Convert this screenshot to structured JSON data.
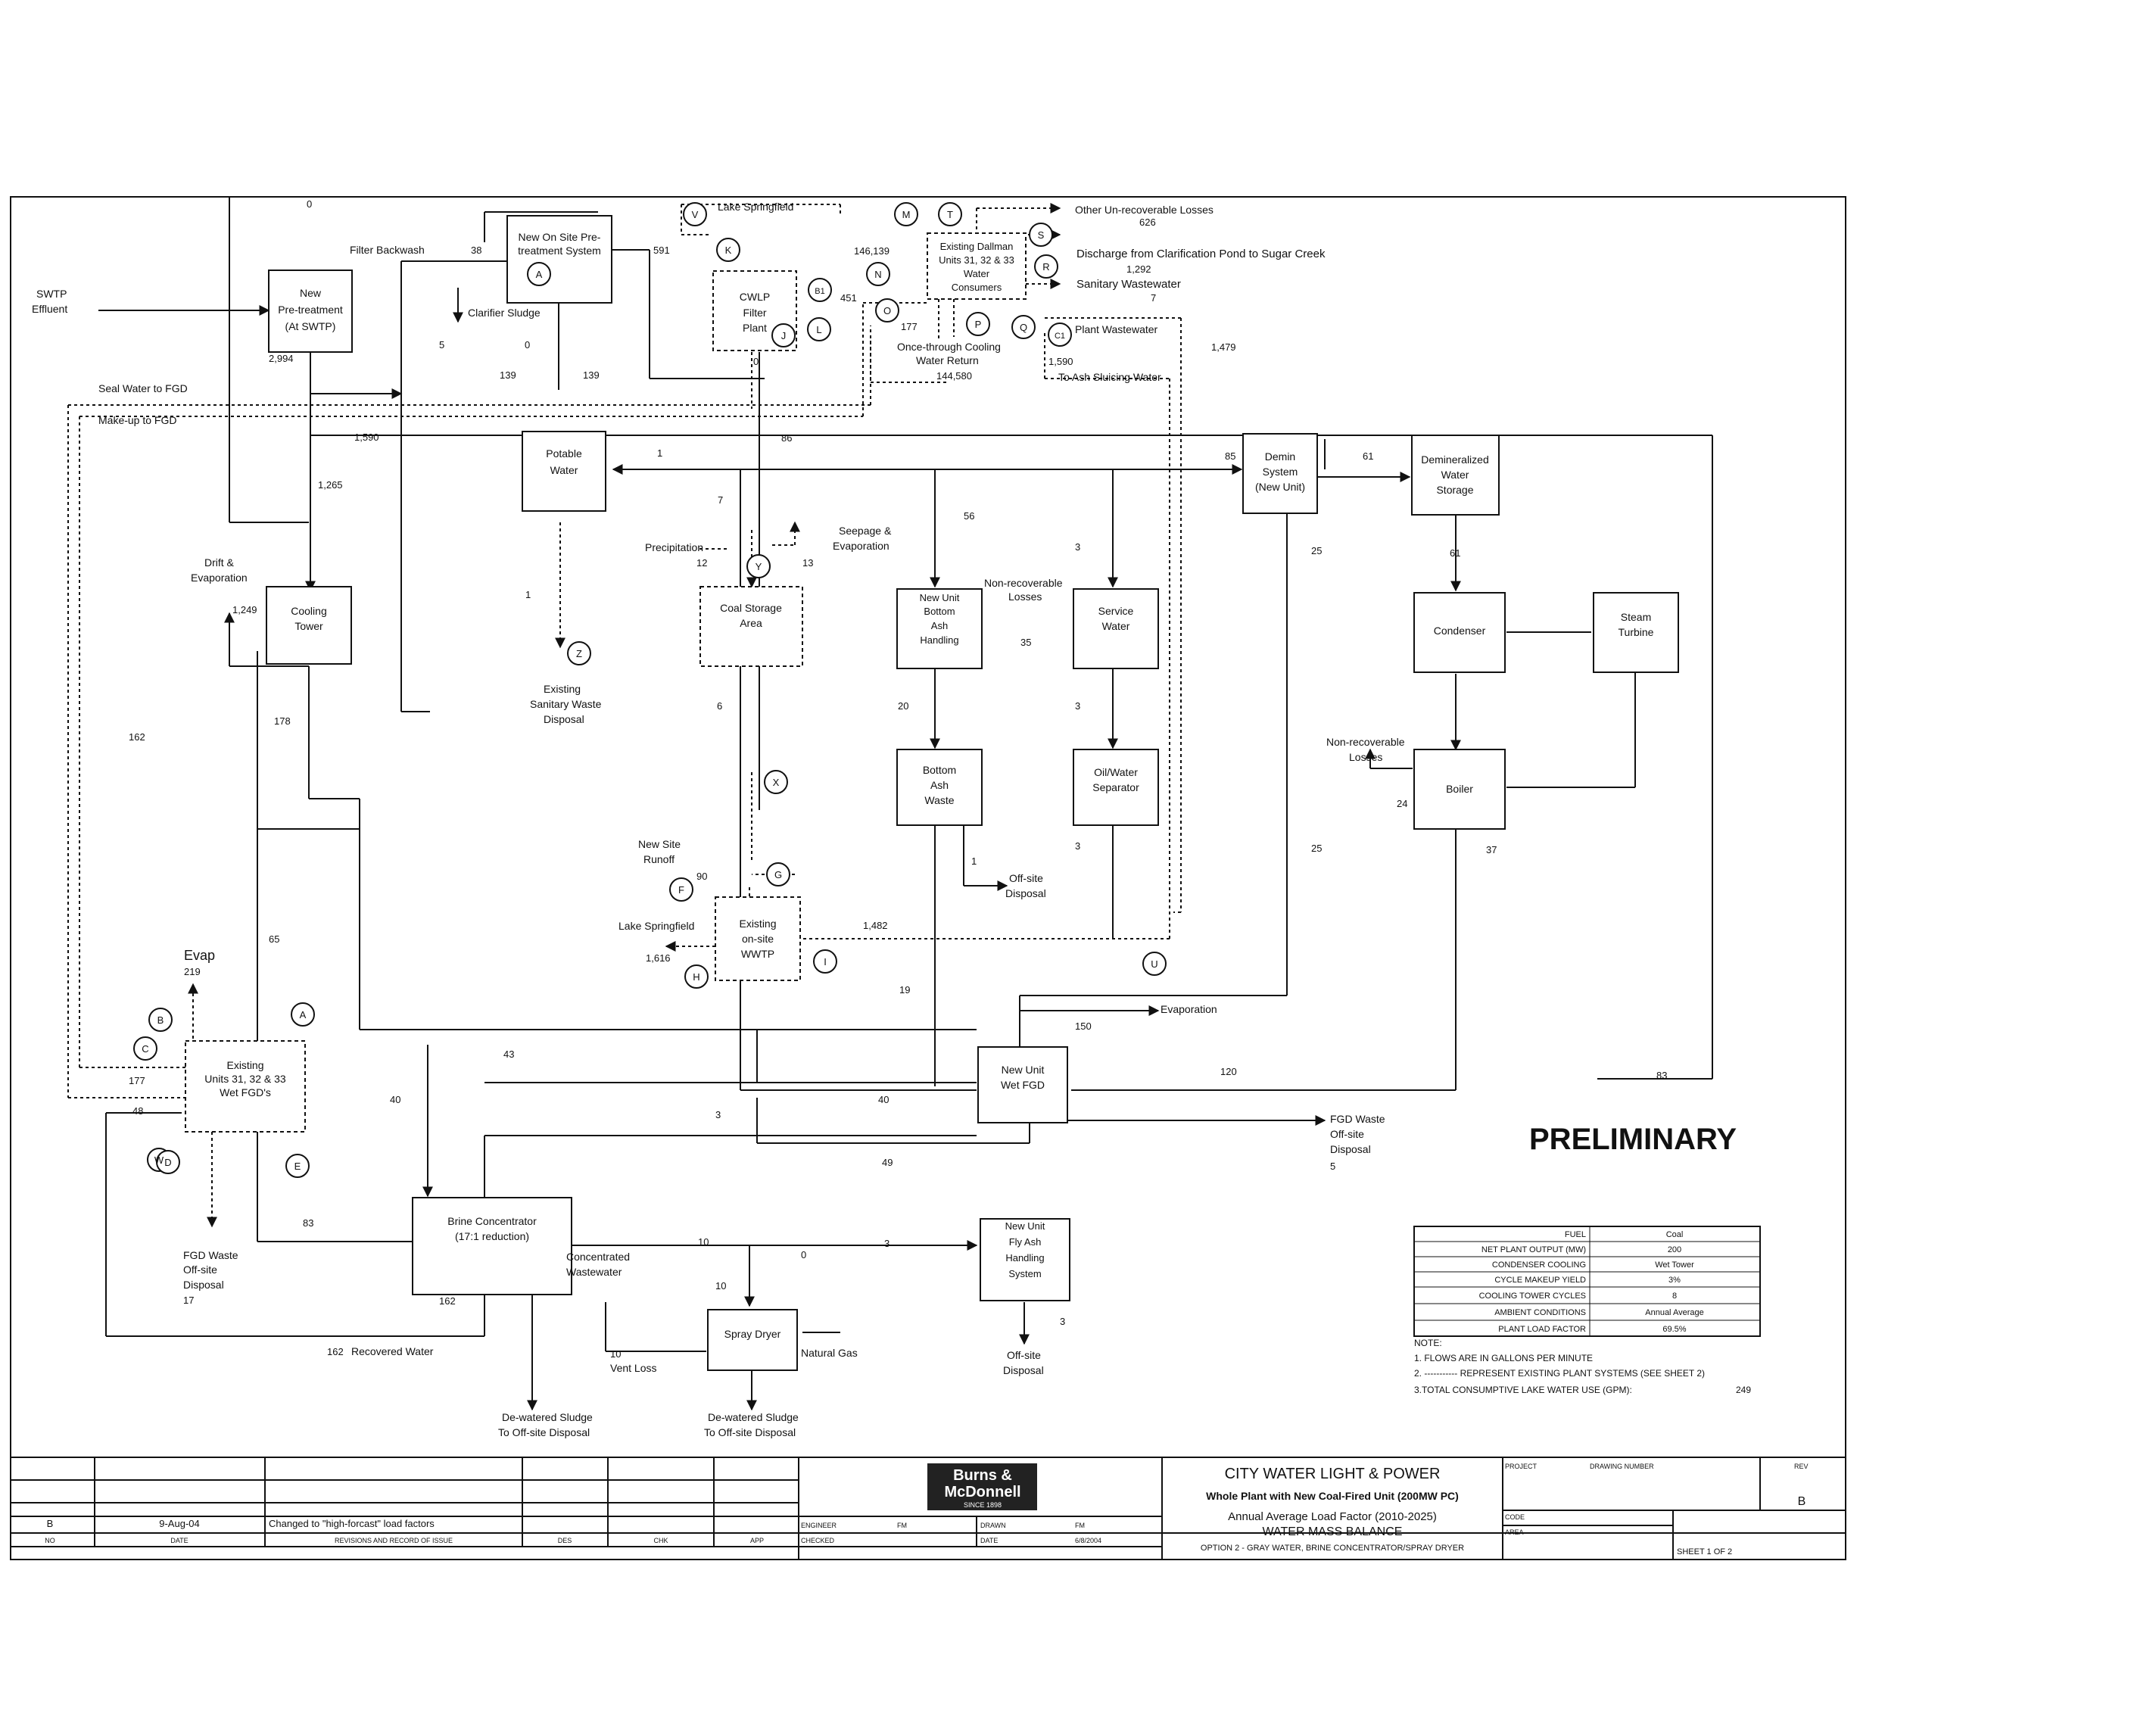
{
  "nodes": [
    {
      "id": "new_onsite_pretreat",
      "label": [
        "New On Site Pre-",
        "treatment System"
      ]
    },
    {
      "id": "new_pretreat_swtp",
      "label": [
        "New",
        "Pre-treatment",
        "(At SWTP)"
      ]
    },
    {
      "id": "cwlp_filter",
      "label": [
        "CWLP",
        "Filter",
        "Plant"
      ]
    },
    {
      "id": "dallman",
      "label": [
        "Existing Dallman",
        "Units 31, 32 & 33",
        "Water",
        "Consumers"
      ]
    },
    {
      "id": "potable",
      "label": [
        "Potable",
        "Water"
      ]
    },
    {
      "id": "demin",
      "label": [
        "Demin",
        "System",
        "(New Unit)"
      ]
    },
    {
      "id": "demin_storage",
      "label": [
        "Demineralized",
        "Water",
        "Storage"
      ]
    },
    {
      "id": "cooling_tower",
      "label": [
        "Cooling",
        "Tower"
      ]
    },
    {
      "id": "coal_storage",
      "label": [
        "Coal Storage",
        "Area"
      ]
    },
    {
      "id": "bottom_ash_handling",
      "label": [
        "New Unit",
        "Bottom",
        "Ash",
        "Handling"
      ]
    },
    {
      "id": "service_water",
      "label": [
        "Service",
        "Water"
      ]
    },
    {
      "id": "condenser",
      "label": [
        "Condenser"
      ]
    },
    {
      "id": "steam_turbine",
      "label": [
        "Steam",
        "Turbine"
      ]
    },
    {
      "id": "bottom_ash_waste",
      "label": [
        "Bottom",
        "Ash",
        "Waste"
      ]
    },
    {
      "id": "oil_water",
      "label": [
        "Oil/Water",
        "Separator"
      ]
    },
    {
      "id": "boiler",
      "label": [
        "Boiler"
      ]
    },
    {
      "id": "wwtp",
      "label": [
        "Existing",
        "on-site",
        "WWTP"
      ]
    },
    {
      "id": "existing_fgd",
      "label": [
        "Existing",
        "Units 31, 32 & 33",
        "Wet FGD's"
      ]
    },
    {
      "id": "new_fgd",
      "label": [
        "New Unit",
        "Wet FGD"
      ]
    },
    {
      "id": "brine",
      "label": [
        "Brine Concentrator",
        "(17:1 reduction)"
      ]
    },
    {
      "id": "fly_ash",
      "label": [
        "New Unit",
        "Fly Ash",
        "Handling",
        "System"
      ]
    },
    {
      "id": "spray_dryer",
      "label": [
        "Spray Dryer"
      ]
    }
  ],
  "circles": [
    "A",
    "V",
    "K",
    "M",
    "T",
    "S",
    "R",
    "N",
    "O",
    "P",
    "Q",
    "C1",
    "B1",
    "L",
    "J",
    "Y",
    "Z",
    "X",
    "F",
    "G",
    "H",
    "I",
    "U",
    "B",
    "C",
    "W",
    "D",
    "E",
    "A"
  ],
  "labels": {
    "swtp": [
      "SWTP",
      "Effluent"
    ],
    "filter_backwash": "Filter Backwash",
    "clarifier_sludge": "Clarifier Sludge",
    "lake_springfield_top": "Lake Springfield",
    "other_losses": "Other Un-recoverable Losses",
    "discharge": "Discharge from Clarification Pond to Sugar Creek",
    "sanitary_ww": "Sanitary Wastewater",
    "plant_ww": "Plant Wastewater",
    "once_through": [
      "Once-through Cooling",
      "Water Return"
    ],
    "ash_sluicing": "To Ash Sluicing Water",
    "seal_water": "Seal Water to FGD",
    "makeup_fgd": "Make-up to FGD",
    "drift": [
      "Drift &",
      "Evaporation"
    ],
    "precipitation": "Precipitation",
    "seepage": [
      "Seepage &",
      "Evaporation"
    ],
    "nonrec1": [
      "Non-recoverable",
      "Losses"
    ],
    "sanitary_disposal": [
      "Existing",
      "Sanitary Waste",
      "Disposal"
    ],
    "nonrec2": [
      "Non-recoverable",
      "Losses"
    ],
    "new_site_runoff": [
      "New Site",
      "Runoff"
    ],
    "offsite1": [
      "Off-site",
      "Disposal"
    ],
    "lake_springfield_wwtp": "Lake Springfield",
    "evap": "Evap",
    "evaporation": "Evaporation",
    "fgd_waste_new": [
      "FGD Waste",
      "Off-site",
      "Disposal"
    ],
    "fgd_waste_existing": [
      "FGD Waste",
      "Off-site",
      "Disposal"
    ],
    "concentrated_ww": [
      "Concentrated",
      "Wastewater"
    ],
    "recovered_water": "Recovered Water",
    "vent_loss": "Vent Loss",
    "natural_gas": "Natural Gas",
    "offsite2": [
      "Off-site",
      "Disposal"
    ],
    "sludge1": [
      "De-watered Sludge",
      "To Off-site Disposal"
    ],
    "sludge2": [
      "De-watered Sludge",
      "To Off-site Disposal"
    ],
    "preliminary": "PRELIMINARY"
  },
  "flows": {
    "f0": "0",
    "f38": "38",
    "f591": "591",
    "f146139": "146,139",
    "f626": "626",
    "f1292": "1,292",
    "f7": "7",
    "f5": "5",
    "f0b": "0",
    "f451": "451",
    "f177a": "177",
    "f144580": "144,580",
    "f1590a": "1,590",
    "f1479": "1,479",
    "f2994": "2,994",
    "f139a": "139",
    "f139b": "139",
    "f0c": "0",
    "f1590b": "1,590",
    "f1": "1",
    "f86": "86",
    "f85": "85",
    "f61a": "61",
    "f1265": "1,265",
    "f7b": "7",
    "f56": "56",
    "f3a": "3",
    "f25a": "25",
    "f61b": "61",
    "f12": "12",
    "f13": "13",
    "f1249": "1,249",
    "f1b": "1",
    "f35": "35",
    "f162a": "162",
    "f178": "178",
    "f6": "6",
    "f20": "20",
    "f3b": "3",
    "f24": "24",
    "f25b": "25",
    "f37": "37",
    "f1c": "1",
    "f3c": "3",
    "f90": "90",
    "f1616": "1,616",
    "f1482": "1,482",
    "f65": "65",
    "f219": "219",
    "f19": "19",
    "f150": "150",
    "f177b": "177",
    "f43": "43",
    "f120": "120",
    "f83a": "83",
    "f40a": "40",
    "f40b": "40",
    "f48": "48",
    "f3d": "3",
    "f5b": "5",
    "f49": "49",
    "f83b": "83",
    "f10a": "10",
    "f0d": "0",
    "f3e": "3",
    "f17": "17",
    "f162b": "162",
    "f10b": "10",
    "f10c": "10",
    "f3f": "3",
    "f162c": "162"
  },
  "parameters": {
    "rows": [
      [
        "FUEL",
        "Coal"
      ],
      [
        "NET PLANT OUTPUT (MW)",
        "200"
      ],
      [
        "CONDENSER COOLING",
        "Wet Tower"
      ],
      [
        "CYCLE MAKEUP YIELD",
        "3%"
      ],
      [
        "COOLING TOWER CYCLES",
        "8"
      ],
      [
        "AMBIENT CONDITIONS",
        "Annual Average"
      ],
      [
        "PLANT LOAD FACTOR",
        "69.5%"
      ]
    ],
    "note_title": "NOTE:",
    "notes": [
      "1. FLOWS ARE IN GALLONS PER MINUTE",
      "2. ----------- REPRESENT EXISTING PLANT SYSTEMS (SEE SHEET 2)",
      "3.TOTAL CONSUMPTIVE LAKE WATER USE (GPM):"
    ],
    "note3_value": "249"
  },
  "title_block": {
    "rev_letter": "B",
    "rev_date": "9-Aug-04",
    "rev_desc": "Changed to \"high-forcast\" load factors",
    "hdr_no": "NO",
    "hdr_date": "DATE",
    "hdr_rev": "REVISIONS AND RECORD OF ISSUE",
    "hdr_des": "DES",
    "hdr_chk": "CHK",
    "hdr_app": "APP",
    "logo_line1": "Burns &",
    "logo_line2": "McDonnell",
    "logo_line3": "SINCE 1898",
    "engineer": "ENGINEER",
    "checked": "CHECKED",
    "fm1": "FM",
    "drawn": "DRAWN",
    "fm2": "FM",
    "date_lbl": "DATE",
    "date_val": "6/8/2004",
    "client": "CITY WATER LIGHT & POWER",
    "subtitle": "Whole Plant with New Coal-Fired Unit (200MW PC)",
    "line3": "Annual Average Load Factor (2010-2025)",
    "line4": "WATER MASS BALANCE",
    "line5": "OPTION 2 - GRAY WATER, BRINE CONCENTRATOR/SPRAY DRYER",
    "project": "PROJECT",
    "drawing_number": "DRAWING NUMBER",
    "rev_hdr": "REV",
    "rev_val": "B",
    "code": "CODE",
    "area": "AREA",
    "sheet": "SHEET 1 OF 2"
  }
}
